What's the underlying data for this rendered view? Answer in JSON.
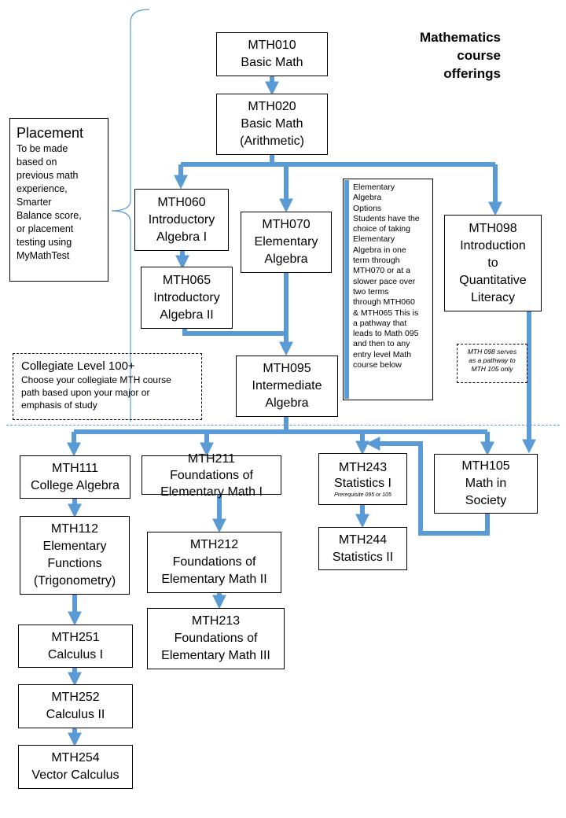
{
  "colors": {
    "arrow": "#5b9bd5",
    "border": "#000000",
    "background": "#ffffff"
  },
  "title": {
    "line1": "Mathematics",
    "line2": "course",
    "line3": "offerings"
  },
  "placement": {
    "heading": "Placement",
    "lines": [
      "To be made",
      "based on",
      "previous math",
      "experience,",
      "Smarter",
      "Balance score,",
      "or placement",
      "testing using",
      "MyMathTest"
    ]
  },
  "collegiate": {
    "heading": "Collegiate Level 100+",
    "lines": [
      "Choose your collegiate MTH course",
      "path based upon your major or",
      "emphasis of study"
    ]
  },
  "elementary_note": {
    "lines": [
      "Elementary",
      "Algebra",
      "Options",
      "Students have the",
      "choice of taking",
      "Elementary",
      "Algebra in one",
      "term through",
      "MTH070 or at a",
      "slower pace over",
      "two terms",
      "through MTH060",
      "& MTH065  This is",
      "a pathway that",
      "leads to Math 095",
      "and then to any",
      "entry level Math",
      "course below"
    ]
  },
  "mth098_note": {
    "lines": [
      "MTH 098 serves",
      "as a pathway to",
      "MTH 105 only"
    ]
  },
  "courses": {
    "mth010": {
      "lines": [
        "MTH010",
        "Basic Math"
      ]
    },
    "mth020": {
      "lines": [
        "MTH020",
        "Basic Math",
        "(Arithmetic)"
      ]
    },
    "mth060": {
      "lines": [
        "MTH060",
        "Introductory",
        "Algebra I"
      ]
    },
    "mth065": {
      "lines": [
        "MTH065",
        "Introductory",
        "Algebra II"
      ]
    },
    "mth070": {
      "lines": [
        "MTH070",
        "Elementary",
        "Algebra"
      ]
    },
    "mth095": {
      "lines": [
        "MTH095",
        "Intermediate",
        "Algebra"
      ]
    },
    "mth098": {
      "lines": [
        "MTH098",
        "Introduction",
        "to",
        "Quantitative",
        "Literacy"
      ]
    },
    "mth111": {
      "lines": [
        "MTH111",
        "College Algebra"
      ]
    },
    "mth112": {
      "lines": [
        "MTH112",
        "Elementary",
        "Functions",
        "(Trigonometry)"
      ]
    },
    "mth251": {
      "lines": [
        "MTH251",
        "Calculus I"
      ]
    },
    "mth252": {
      "lines": [
        "MTH252",
        "Calculus II"
      ]
    },
    "mth254": {
      "lines": [
        "MTH254",
        "Vector Calculus"
      ]
    },
    "mth211": {
      "lines": [
        "MTH211",
        "Foundations of",
        "Elementary Math I"
      ]
    },
    "mth212": {
      "lines": [
        "MTH212",
        "Foundations of",
        "Elementary Math II"
      ]
    },
    "mth213": {
      "lines": [
        "MTH213",
        "Foundations of",
        "Elementary Math III"
      ]
    },
    "mth243": {
      "lines": [
        "MTH243",
        "Statistics I"
      ],
      "note": "Prerequisite  095 or 105"
    },
    "mth244": {
      "lines": [
        "MTH244",
        "Statistics II"
      ]
    },
    "mth105": {
      "lines": [
        "MTH105",
        "Math in",
        "Society"
      ]
    }
  }
}
